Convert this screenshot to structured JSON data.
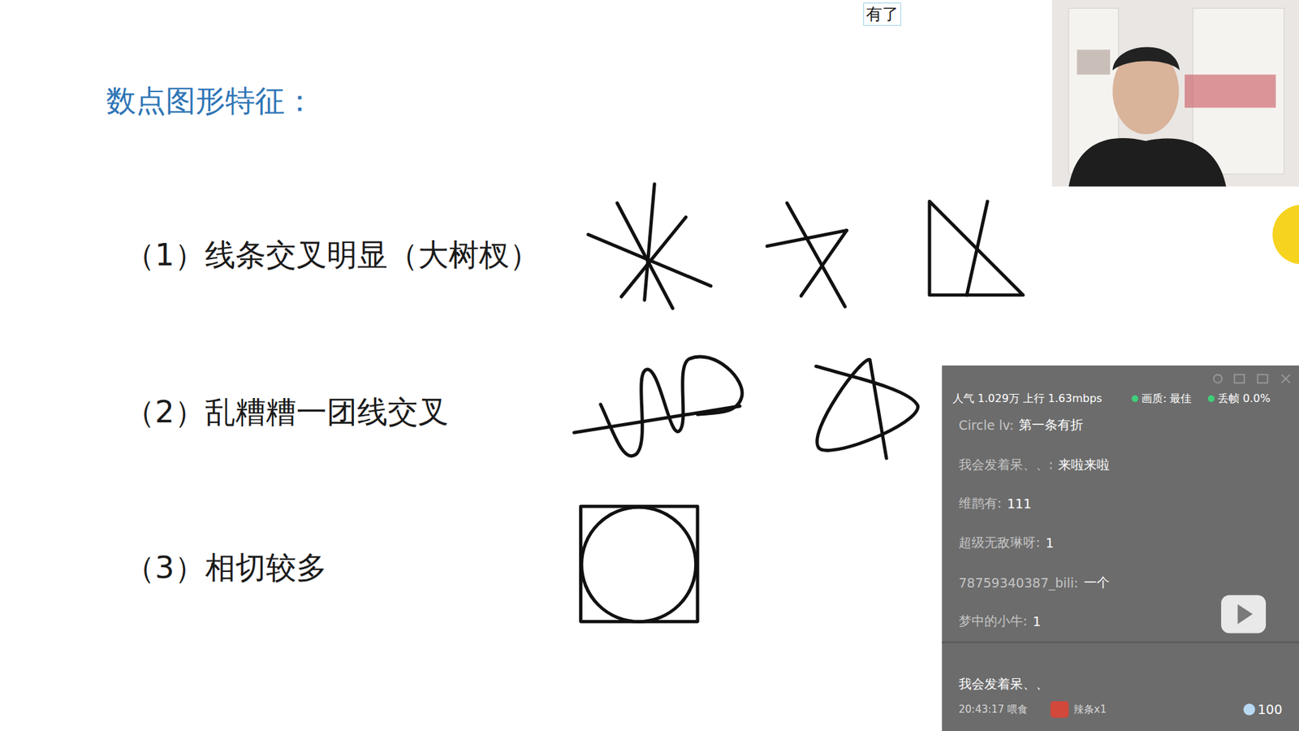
{
  "diagram": {
    "title": "数点图形特征：",
    "labels": [
      "有了",
      "（1）线条交叉明显（大树杈）",
      "（2）乱糟糟一团线交叉",
      "（3）相切较多",
      "人气 1.029万 上行 1.63mbps",
      "画质: 最佳",
      "丢帧 0.0%",
      "Circle lv:",
      "第一条有折",
      "我会发着呆、、:",
      "来啦来啦",
      "维鹊有:",
      "111",
      "超级无敌琳呀:",
      "1",
      "78759340387_bili:",
      "一个",
      "梦中的小牛:",
      "1",
      "我会发着呆、、",
      "20:43:17 喂食",
      "辣条x1",
      "100"
    ]
  }
}
